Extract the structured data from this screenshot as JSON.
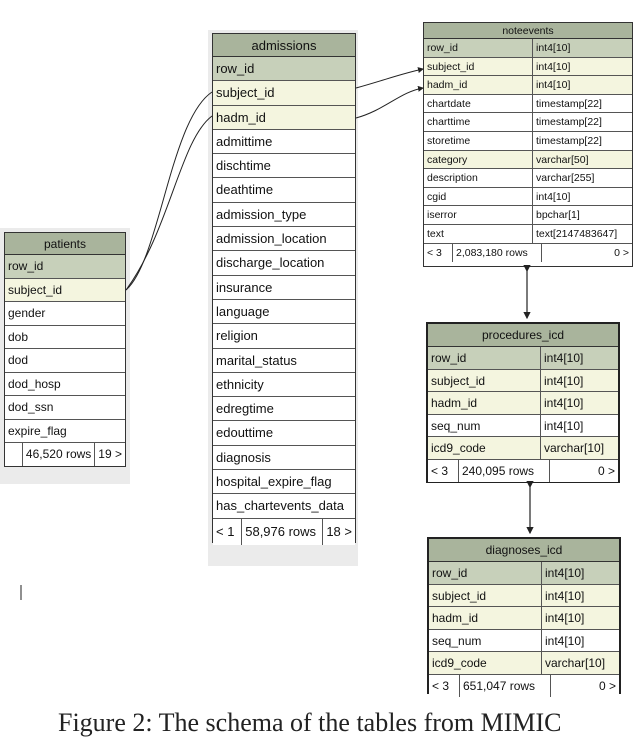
{
  "tables": {
    "patients": {
      "title": "patients",
      "columns": [
        {
          "name": "row_id",
          "kind": "pk"
        },
        {
          "name": "subject_id",
          "kind": "fk"
        },
        {
          "name": "gender"
        },
        {
          "name": "dob"
        },
        {
          "name": "dod"
        },
        {
          "name": "dod_hosp"
        },
        {
          "name": "dod_ssn"
        },
        {
          "name": "expire_flag"
        }
      ],
      "footer": {
        "nav": "",
        "rows": "46,520 rows",
        "more": "19 >"
      }
    },
    "admissions": {
      "title": "admissions",
      "columns": [
        {
          "name": "row_id",
          "kind": "pk"
        },
        {
          "name": "subject_id",
          "kind": "fk"
        },
        {
          "name": "hadm_id",
          "kind": "fk"
        },
        {
          "name": "admittime"
        },
        {
          "name": "dischtime"
        },
        {
          "name": "deathtime"
        },
        {
          "name": "admission_type"
        },
        {
          "name": "admission_location"
        },
        {
          "name": "discharge_location"
        },
        {
          "name": "insurance"
        },
        {
          "name": "language"
        },
        {
          "name": "religion"
        },
        {
          "name": "marital_status"
        },
        {
          "name": "ethnicity"
        },
        {
          "name": "edregtime"
        },
        {
          "name": "edouttime"
        },
        {
          "name": "diagnosis"
        },
        {
          "name": "hospital_expire_flag"
        },
        {
          "name": "has_chartevents_data"
        }
      ],
      "footer": {
        "nav": "< 1",
        "rows": "58,976 rows",
        "more": "18 >"
      }
    },
    "noteevents": {
      "title": "noteevents",
      "columns": [
        {
          "name": "row_id",
          "type": "int4[10]",
          "kind": "pk"
        },
        {
          "name": "subject_id",
          "type": "int4[10]",
          "kind": "fk"
        },
        {
          "name": "hadm_id",
          "type": "int4[10]",
          "kind": "fk"
        },
        {
          "name": "chartdate",
          "type": "timestamp[22]"
        },
        {
          "name": "charttime",
          "type": "timestamp[22]"
        },
        {
          "name": "storetime",
          "type": "timestamp[22]"
        },
        {
          "name": "category",
          "type": "varchar[50]",
          "kind": "fk"
        },
        {
          "name": "description",
          "type": "varchar[255]"
        },
        {
          "name": "cgid",
          "type": "int4[10]"
        },
        {
          "name": "iserror",
          "type": "bpchar[1]"
        },
        {
          "name": "text",
          "type": "text[2147483647]"
        }
      ],
      "footer": {
        "nav": "< 3",
        "rows": "2,083,180 rows",
        "more": "0 >"
      }
    },
    "procedures_icd": {
      "title": "procedures_icd",
      "columns": [
        {
          "name": "row_id",
          "type": "int4[10]",
          "kind": "pk"
        },
        {
          "name": "subject_id",
          "type": "int4[10]",
          "kind": "fk"
        },
        {
          "name": "hadm_id",
          "type": "int4[10]",
          "kind": "fk"
        },
        {
          "name": "seq_num",
          "type": "int4[10]"
        },
        {
          "name": "icd9_code",
          "type": "varchar[10]",
          "kind": "fk"
        }
      ],
      "footer": {
        "nav": "< 3",
        "rows": "240,095 rows",
        "more": "0 >"
      }
    },
    "diagnoses_icd": {
      "title": "diagnoses_icd",
      "columns": [
        {
          "name": "row_id",
          "type": "int4[10]",
          "kind": "pk"
        },
        {
          "name": "subject_id",
          "type": "int4[10]",
          "kind": "fk"
        },
        {
          "name": "hadm_id",
          "type": "int4[10]",
          "kind": "fk"
        },
        {
          "name": "seq_num",
          "type": "int4[10]"
        },
        {
          "name": "icd9_code",
          "type": "varchar[10]",
          "kind": "fk"
        }
      ],
      "footer": {
        "nav": "< 3",
        "rows": "651,047 rows",
        "more": "0 >"
      }
    }
  },
  "caption": "Figure 2: The schema of the tables from MIMIC"
}
